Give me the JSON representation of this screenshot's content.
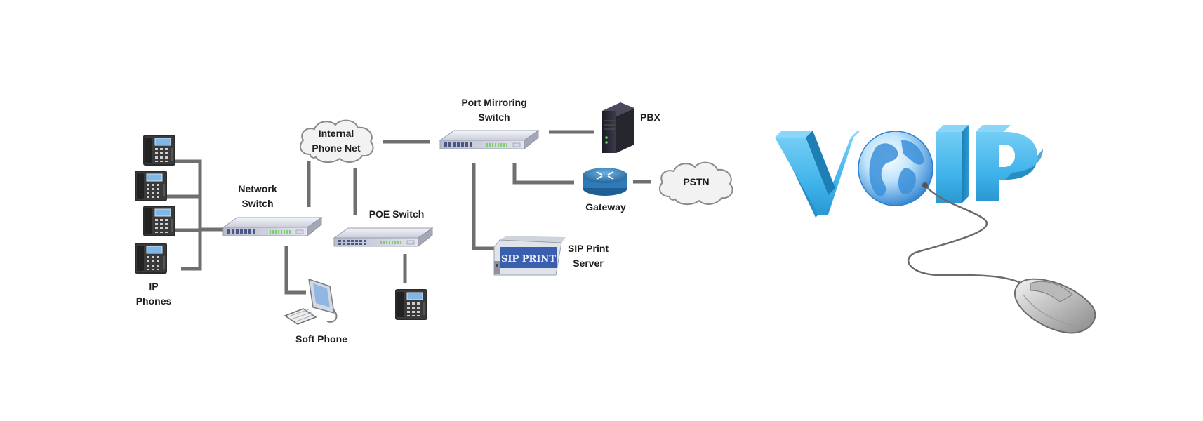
{
  "labels": {
    "ip_phones_1": "IP",
    "ip_phones_2": "Phones",
    "network_switch_1": "Network",
    "network_switch_2": "Switch",
    "internal_net_1": "Internal",
    "internal_net_2": "Phone Net",
    "poe_switch": "POE Switch",
    "port_mirror_1": "Port Mirroring",
    "port_mirror_2": "Switch",
    "pbx": "PBX",
    "gateway": "Gateway",
    "pstn": "PSTN",
    "sip_print_1": "SIP Print",
    "sip_print_2": "Server",
    "soft_phone": "Soft Phone",
    "sip_print_plate": "SIP PRINT"
  },
  "logo": {
    "letter_v": "V",
    "letter_i": "I",
    "letter_p": "P"
  },
  "colors": {
    "link": "#6f6f6f",
    "voip_blue": "#3fb3ea",
    "globe_blue": "#2a7fd0",
    "router_blue": "#2f7bb8"
  }
}
